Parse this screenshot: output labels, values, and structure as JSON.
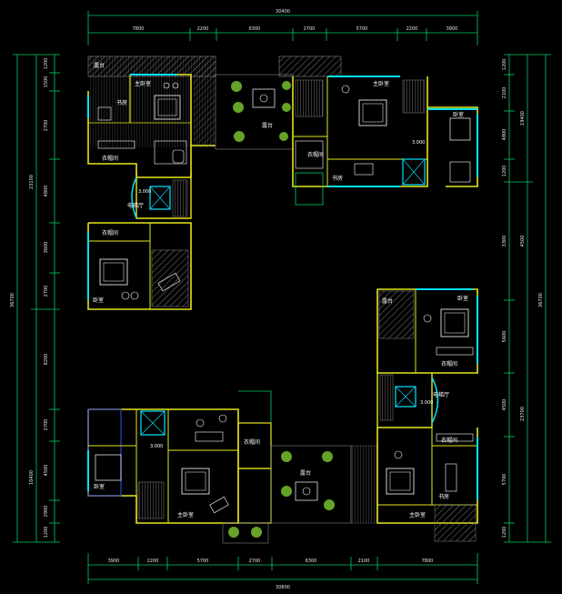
{
  "colors": {
    "background": "#000000",
    "dimension_line": "#00cc66",
    "wall": "#e6e61a",
    "window": "#00e5ff",
    "hatch": "#808080",
    "furniture": "#ffffff",
    "plant": "#7fcc33",
    "dim_text": "#e8e8e8"
  },
  "dimensions": {
    "top_total": "30400",
    "top_segments": [
      "7800",
      "2200",
      "6300",
      "2700",
      "5700",
      "2200",
      "3900"
    ],
    "bottom_total": "30800",
    "bottom_segments": [
      "3900",
      "2200",
      "5700",
      "2700",
      "6300",
      "2100",
      "7800"
    ],
    "left_total": "36700",
    "left_upper_total": "23100",
    "left_segments": [
      "1200",
      "1500",
      "2700",
      "4800",
      "3600",
      "2700",
      "8200",
      "2700",
      "4500",
      "2900",
      "1200"
    ],
    "left_lower_total": "10400",
    "right_total": "36700",
    "right_upper_total": "19400",
    "right_segments": [
      "1200",
      "2100",
      "4800",
      "1200",
      "3300",
      "5600",
      "4500",
      "5700",
      "1200"
    ],
    "right_lower_total": "23700",
    "right_mid_total": "4500"
  },
  "rooms": {
    "terrace": "露台",
    "master_bedroom": "主卧室",
    "study": "书房",
    "closet": "衣帽间",
    "lift_hall": "电梯厅",
    "bedroom": "卧室"
  },
  "levels": [
    "3.000",
    "3.000",
    "3.000",
    "3.000"
  ]
}
